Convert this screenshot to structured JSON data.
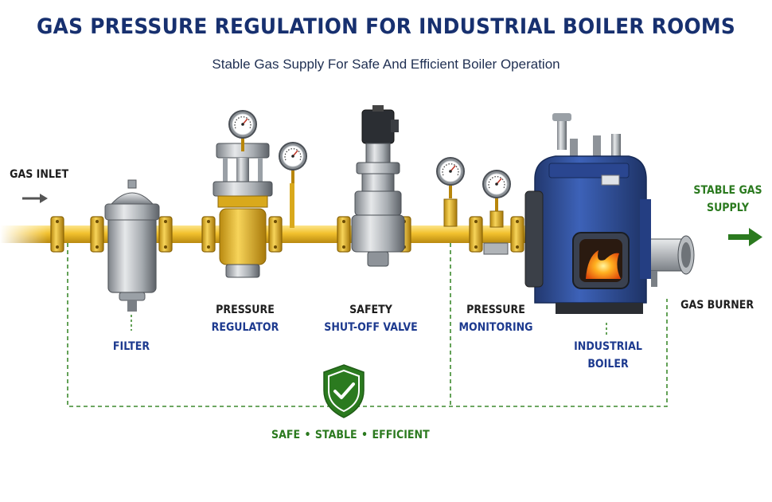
{
  "title": "GAS PRESSURE REGULATION FOR INDUSTRIAL BOILER ROOMS",
  "subtitle": "Stable Gas Supply For Safe And Efficient Boiler Operation",
  "inlet": {
    "label": "GAS INLET"
  },
  "outlet": {
    "line1": "STABLE GAS",
    "line2": "SUPPLY"
  },
  "components": {
    "filter": {
      "label": "FILTER"
    },
    "regulator": {
      "line1": "PRESSURE",
      "line2": "REGULATOR"
    },
    "shutoff": {
      "line1": "SAFETY",
      "line2": "SHUT-OFF VALVE"
    },
    "monitoring": {
      "line1": "PRESSURE",
      "line2": "MONITORING"
    },
    "boiler": {
      "line1": "INDUSTRIAL",
      "line2": "BOILER"
    },
    "burner": {
      "label": "GAS BURNER"
    }
  },
  "tagline": {
    "items": [
      "SAFE",
      "STABLE",
      "EFFICIENT"
    ],
    "separator": "•"
  },
  "colors": {
    "title": "#17306f",
    "pipe": "#f2c12e",
    "boiler": "#2f4f9e",
    "accent_green": "#2b7a1f",
    "label_blue": "#1d3a8f"
  },
  "icons": [
    "arrow-right-icon",
    "shield-check-icon",
    "pressure-gauge-icon",
    "flame-icon"
  ]
}
